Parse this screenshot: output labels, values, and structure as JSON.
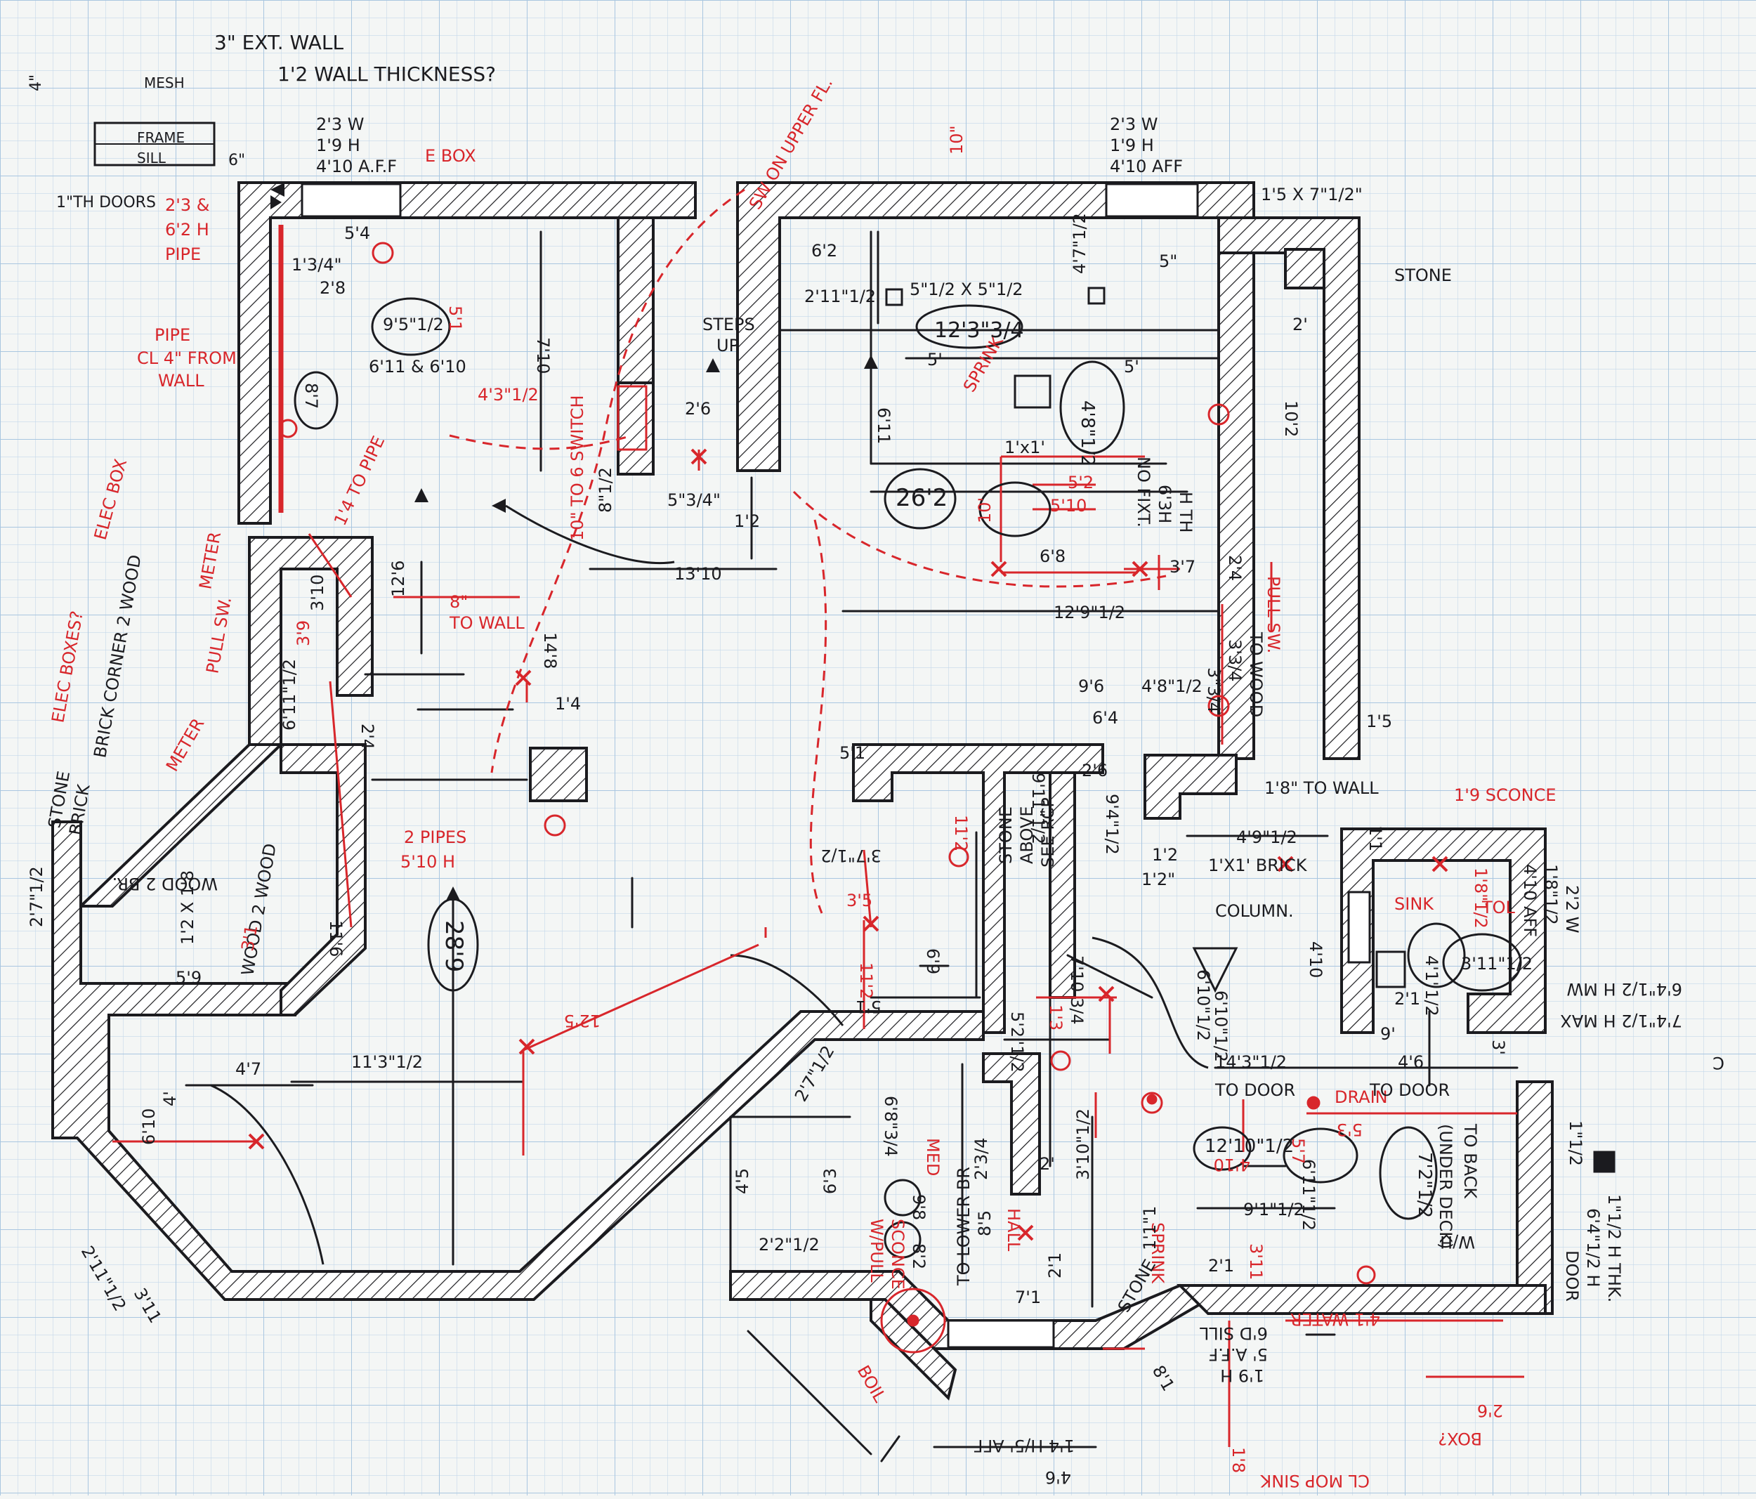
{
  "colors": {
    "paper": "#f4f6f5",
    "grid": "#b8d0e6",
    "ink": "#1b1b1f",
    "red_ink": "#d8262b",
    "wall_fill": "#ffffff"
  },
  "wall_detail": {
    "title": "3\" EXT. WALL",
    "question": "1'2 WALL THICKNESS?",
    "mesh": "MESH",
    "frame": "FRAME",
    "sill": "SILL",
    "dim_top": "4\"",
    "dim_side": "6\"",
    "doors_note": "1\"TH DOORS"
  },
  "windows": {
    "left": [
      "2'3 W",
      "1'9 H",
      "4'10 A.F.F"
    ],
    "right": [
      "2'3 W",
      "1'9 H",
      "4'10 AFF"
    ]
  },
  "labels": {
    "ebox": "E BOX",
    "sw_upper": "SW ON UPPER FL.",
    "pipe_top": [
      "2'3 &",
      "6'2 H",
      "PIPE"
    ],
    "pipe_cl": [
      "PIPE",
      "CL 4\" FROM",
      "WALL"
    ],
    "elec_box": "ELEC BOX",
    "elec_boxes": "ELEC BOXES?",
    "meter": "METER",
    "pull_sw": "PULL SW.",
    "brick_corner": "BRICK CORNER 2 WOOD",
    "stone_brick": [
      "STONE",
      "BRICK"
    ],
    "wood_2_brick": "WOOD 2 BR.",
    "wood_2_wood": "WOOD 2 WOOD",
    "two_pipes": [
      "2 PIPES",
      "5'10 H"
    ],
    "to_pipe": "1'4 TO PIPE",
    "to_wall_8": [
      "8\"",
      "TO WALL"
    ],
    "to_6_switch": "10\" TO 6 SWITCH",
    "steps_up": [
      "STEPS",
      "UP"
    ],
    "sprink": "SPRINK",
    "no_fixt": [
      "NO FIXT.",
      "6'3H",
      "H TH"
    ],
    "stone": "STONE",
    "pull_sw2": "PULL SW.",
    "to_wood": [
      "3'3/4",
      "TO WOOD"
    ],
    "to_wall_18": "1'8\" TO WALL",
    "sconce": "1'9 SCONCE",
    "brick_column": [
      "1'X1' BRICK",
      "COLUMN."
    ],
    "sink": "SINK",
    "toil": "TOL",
    "stone_above": [
      "STONE",
      "ABOVE",
      "SEE RCP"
    ],
    "to_door_left": [
      "14'3\"1/2",
      "TO DOOR"
    ],
    "to_door_right": [
      "4'6",
      "TO DOOR"
    ],
    "drain": "DRAIN",
    "to_back": [
      "TO BACK",
      "(UNDER DECK)"
    ],
    "wh": "W/H",
    "water": "4'1 WATER",
    "door_note": [
      "DOOR",
      "6'4\"1/2 H",
      "1\"1/2 H THK."
    ],
    "cl_mop_sink": "CL MOP SINK",
    "boil": "BOIL",
    "sconce_pull": [
      "SCONCE",
      "W/PULL"
    ],
    "to_lower_br": "TO LOWER BR",
    "med": "MED",
    "hall": "HALL",
    "sprink2": "SPRINK",
    "stone2": "STONE",
    "sill_height": [
      "1'9 H",
      "5' A.F.F",
      "6'D SILL"
    ],
    "box": "BOX?",
    "aff_bottom": "1'4 H/5' AFF",
    "room_right_label": [
      "2'2 W",
      "1'8\"1/2",
      "4'10 AFF"
    ],
    "max_note": [
      "6'4\"1/2 H MW",
      "7'4\"1/2 H MAX",
      "C"
    ],
    "ceiling_note": "6'10\"1/2"
  },
  "dims": {
    "d_5_4": "5'4",
    "d_1_3_4": "1'3/4\"",
    "d_2_8": "2'8",
    "d_9_5_half": "9'5\"1/2",
    "d_6_11_6_10": "6'11 & 6'10",
    "d_5_1": "5'1",
    "d_8_7": "8'7",
    "d_4_3_half": "4'3\"1/2",
    "d_7_10": "7'10",
    "d_2_6": "2'6",
    "d_8_half": "8\"1/2",
    "d_5_3_4": "5\"3/4\"",
    "d_1_2": "1'2",
    "d_13_10": "13'10",
    "d_12_6": "12'6",
    "d_14_8": "14'8",
    "d_1_4": "1'4",
    "d_2_4": "2'4",
    "d_6_11_half": "6'11\"1/2",
    "d_3_10": "3'10",
    "d_3_9": "3'9",
    "d_28_9": "28'9",
    "d_11_3_half": "11'3\"1/2",
    "d_12_5": "12'5",
    "d_6_10": "6'10",
    "d_4": "4'",
    "d_4_7": "4'7",
    "d_2_7_half": "2'7\"1/2",
    "d_5_9": "5'9",
    "d_11_6": "11'6",
    "d_3_1": "3'1",
    "d_1_4_x_1_8": "1'2 X 1'8",
    "d_6_2": "6'2",
    "d_2_11_half": "2'11\"1/2",
    "d_12_3_3_4": "12'3\"3/4",
    "d_5_half_x_5_half": "5\"1/2 X 5\"1/2",
    "d_4_7_half": "4'7\"1/2",
    "d_5": "5'",
    "d_4_8_half": "4'8\"1/2",
    "d_6_11": "6'11",
    "d_26_2": "26'2",
    "d_5_2": "5'2",
    "d_5_10": "5'10",
    "d_1x1": "1'x1'",
    "d_6_8": "6'8",
    "d_3_7": "3'7",
    "d_12_9_half": "12'9\"1/2",
    "d_10": "10\"",
    "d_10b": "10'",
    "d_1_5_x_7_half": "1'5 X 7\"1/2\"",
    "d_5in": "5\"",
    "d_2": "2'",
    "d_10_2": "10'2",
    "d_3_3_4": "3\"3/4",
    "d_2_4b": "2'4",
    "d_9_6": "9'6",
    "d_4_8_half_b": "4'8\"1/2",
    "d_6_4": "6'4",
    "d_5_1b": "5'1",
    "d_3_7_half": "3'7\"1/2",
    "d_11_2": "11'2",
    "d_9_11_half": "9'11\"1/2",
    "d_9_4_half": "9'4\"1/2",
    "d_1_2b": "1'2\"",
    "d_4_9_half": "4'9\"1/2",
    "d_1_5": "1'5",
    "d_1_1": "1'1",
    "d_4_10": "4'10",
    "d_4_1_half": "4'1\"1/2",
    "d_3_11_half": "3'11\"1/2",
    "d_2_1": "2'1",
    "d_9": "9'",
    "d_3": "3'",
    "d_1_2c": "1'2",
    "d_6_9": "6'9",
    "d_3_5": "3'5",
    "d_11_2b": "11'2",
    "d_5_1c": "5'1",
    "d_7_10_3_4": "7'10 3/4",
    "d_6_10_half": "6'10\"1/2",
    "d_5_2_half": "5'2\"1/2",
    "d_13_7": "1'3",
    "d_4_5": "4'5",
    "d_6_3": "6'3",
    "d_2_2_half": "2'2\"1/2",
    "d_2_3_4": "2'3/4",
    "d_6_8_3_4": "6'8\"3/4",
    "d_8_5": "8'5",
    "d_9_8": "9'8",
    "d_8_2": "8'2",
    "d_7_1": "7'1",
    "d_2b": "2'",
    "d_2_1b": "2'1",
    "d_3_10_half": "3'10\"1/2",
    "d_2_3_4b": "2'3/4",
    "d_1_1_1": "1'1\"1",
    "d_9_1_half": "9'1\"1/2",
    "d_6_11_half_b": "6'11\"1/2",
    "d_2_12": "2'1",
    "d_12_10_half": "12'10\"1/2",
    "d_7_2_half": "7'2\"1/2",
    "d_5_3": "5'3",
    "d_5_7": "5'7",
    "d_4_10_b": "4'10",
    "d_3_11": "3'11",
    "d_2_11_half_b": "2'11\"1/2",
    "d_1_8_half": "1'8\"1/2",
    "d_8_1": "8'1",
    "d_4_6": "4'6",
    "d_1_1_half": "1\"1/2",
    "d_1_8_b": "1'8",
    "d_2_6_b": "2'6"
  }
}
